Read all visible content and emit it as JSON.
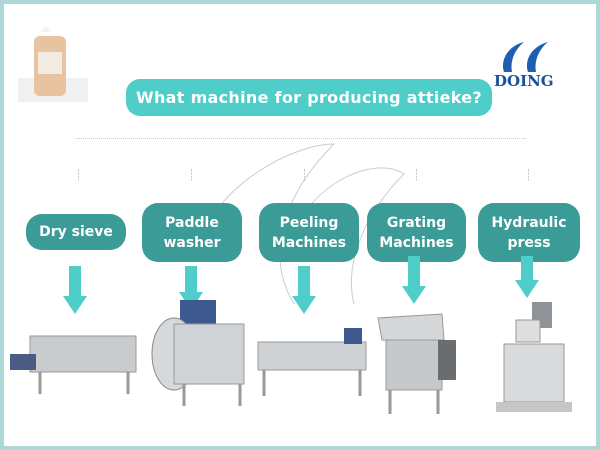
{
  "title": "What machine for producing attieke?",
  "logo": {
    "text": "DOING"
  },
  "steps": [
    {
      "label": "Dry sieve"
    },
    {
      "label": "Paddle washer"
    },
    {
      "label": "Peeling Machines"
    },
    {
      "label": "Grating Machines"
    },
    {
      "label": "Hydraulic press"
    }
  ],
  "colors": {
    "title_bg": "#4ecdc9",
    "step_bg": "#3a9b97",
    "arrow": "#4ecdc9",
    "border": "#acd9d7",
    "logo": "#1d4fa0"
  }
}
